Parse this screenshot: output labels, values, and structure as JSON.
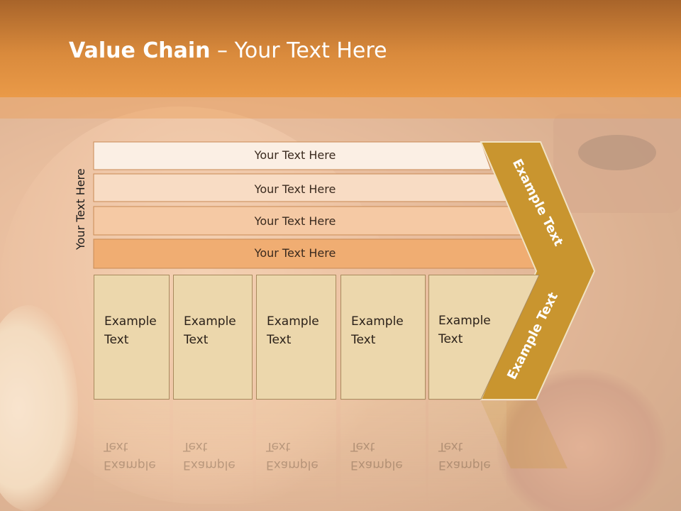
{
  "title": {
    "bold": "Value Chain",
    "rest": " – Your Text Here"
  },
  "side_label": "Your Text Here",
  "bars": [
    {
      "label": "Your Text Here",
      "fill": "#fbefe4"
    },
    {
      "label": "Your Text Here",
      "fill": "#f8dcc4"
    },
    {
      "label": "Your Text Here",
      "fill": "#f5c9a4"
    },
    {
      "label": "Your Text Here",
      "fill": "#f0ad72"
    }
  ],
  "boxes": [
    {
      "line1": "Example",
      "line2": "Text"
    },
    {
      "line1": "Example",
      "line2": "Text"
    },
    {
      "line1": "Example",
      "line2": "Text"
    },
    {
      "line1": "Example",
      "line2": "Text"
    },
    {
      "line1": "Example",
      "line2": "Text"
    }
  ],
  "chevron": {
    "top_label": "Example Text",
    "bottom_label": "Example Text",
    "fill": "#c9952f"
  },
  "colors": {
    "header": "#e08f42",
    "box_fill": "#ecd7ac"
  }
}
